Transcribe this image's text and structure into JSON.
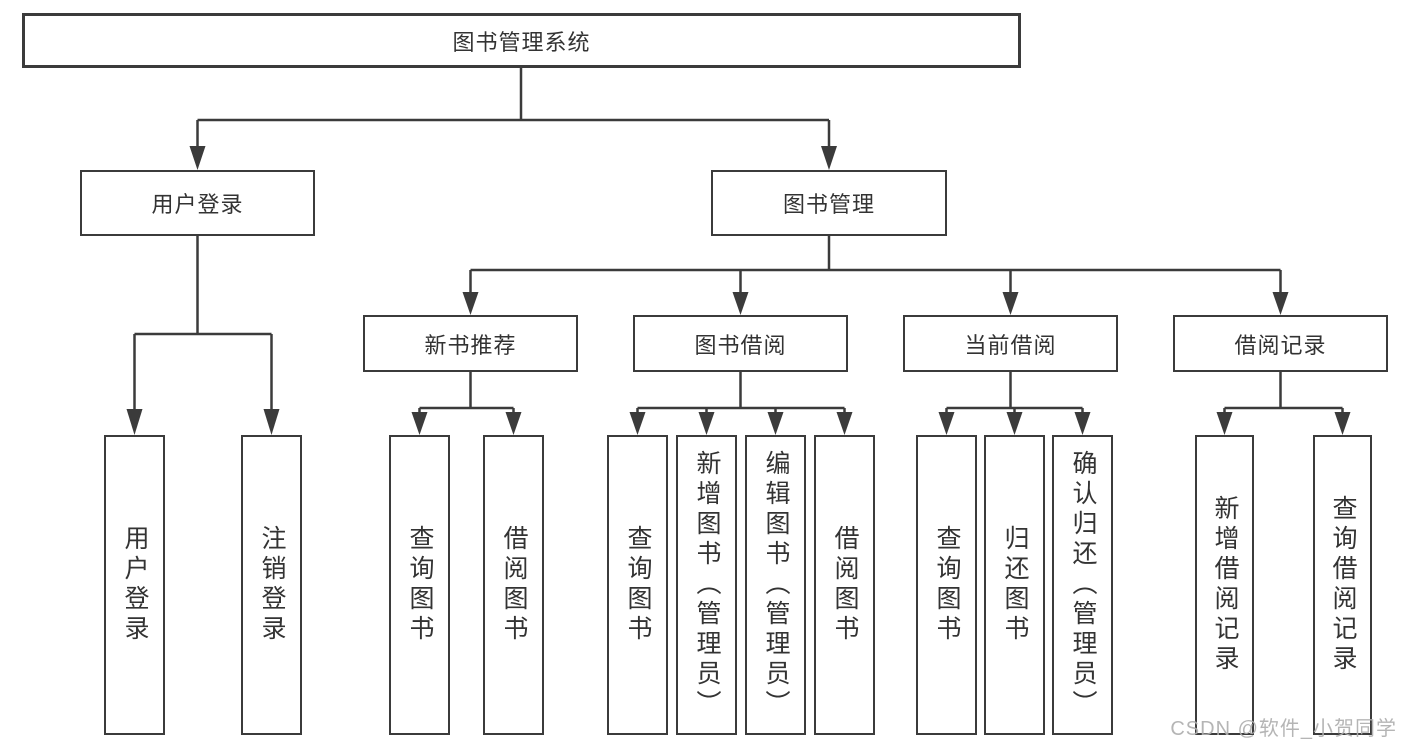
{
  "diagram": {
    "title": "图书管理系统",
    "watermark": "CSDN @软件_小贺同学",
    "colors": {
      "line": "#3b3b3b",
      "text": "#333333",
      "box_background": "#ffffff",
      "watermark": "#afafaf"
    },
    "nodes": {
      "root": {
        "label": "图书管理系统"
      },
      "level2": [
        {
          "label": "用户登录"
        },
        {
          "label": "图书管理"
        }
      ],
      "level3": [
        {
          "label": "新书推荐"
        },
        {
          "label": "图书借阅"
        },
        {
          "label": "当前借阅"
        },
        {
          "label": "借阅记录"
        }
      ],
      "leaves": {
        "user_login": [
          "用户登录",
          "注销登录"
        ],
        "new_books": [
          "查询图书",
          "借阅图书"
        ],
        "book_borrow": [
          "查询图书",
          "新增图书（管理员）",
          "编辑图书（管理员）",
          "借阅图书"
        ],
        "current_borrow": [
          "查询图书",
          "归还图书",
          "确认归还（管理员）"
        ],
        "borrow_records": [
          "新增借阅记录",
          "查询借阅记录"
        ]
      }
    }
  }
}
